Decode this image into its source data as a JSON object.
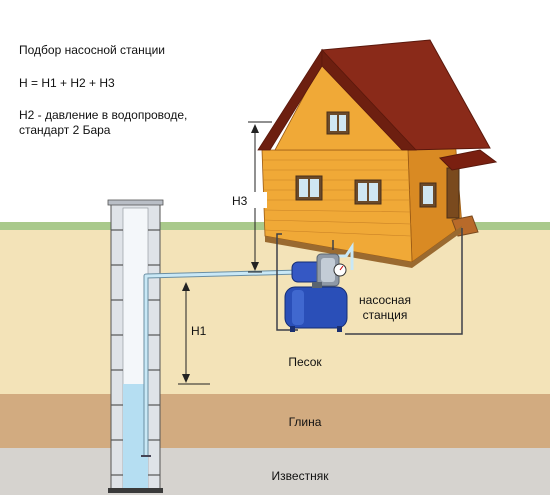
{
  "texts": {
    "title": "Подбор насосной станции",
    "formula": "H = H1 + H2 + H3",
    "h2_line1": "H2 - давление в водопроводе,",
    "h2_line2": "стандарт 2 Бара"
  },
  "labels": {
    "h3": "H3",
    "h1": "H1",
    "station_line1": "насосная",
    "station_line2": "станция",
    "sand": "Песок",
    "clay": "Глина",
    "limestone": "Известняк"
  },
  "colors": {
    "sky": "#ffffff",
    "sand": "#f3e3b8",
    "grass": "#a9c98b",
    "clay": "#d2ab80",
    "limestone": "#d6d3cf",
    "well_wall": "#dfe3e8",
    "water": "#b5def2",
    "pipe": "#c9e8f6",
    "roof": "#8a2a19",
    "wood": "#f0a937",
    "pump_tank": "#2a4fb8"
  }
}
